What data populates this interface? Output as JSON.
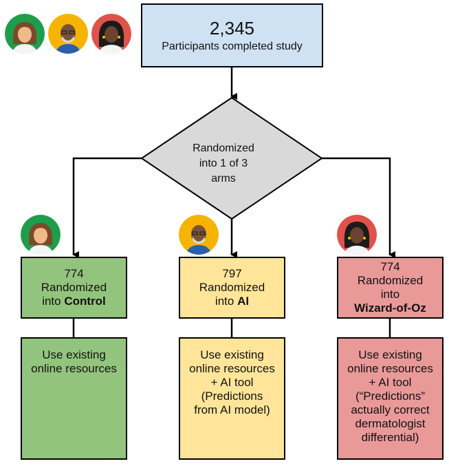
{
  "top_box": {
    "count": "2,345",
    "label": "Participants completed study"
  },
  "diamond": {
    "lines": [
      "Randomized",
      "into 1 of 3",
      "arms"
    ]
  },
  "arms": [
    {
      "count": "774",
      "line1": "Randomized",
      "line2_prefix": "into ",
      "arm_name": "Control",
      "detail_lines": [
        "Use existing",
        "online resources"
      ],
      "color": "#93c47d",
      "avatar": "woman-avatar"
    },
    {
      "count": "797",
      "line1": "Randomized",
      "line2_prefix": "into ",
      "arm_name": "AI",
      "detail_lines": [
        "Use existing",
        "online resources",
        "+ AI tool",
        "(Predictions",
        "from AI model)"
      ],
      "color": "#ffe599",
      "avatar": "bald-man-avatar"
    },
    {
      "count": "774",
      "line1": "Randomized",
      "line2_prefix": "into",
      "arm_name": "Wizard-of-Oz",
      "detail_lines": [
        "Use existing",
        "online resources",
        "+ AI tool",
        "(“Predictions”",
        "actually correct",
        "dermatologist",
        "differential)"
      ],
      "color": "#ea9999",
      "avatar": "dark-hair-woman-avatar"
    }
  ],
  "colors": {
    "top_box": "#cfe2f3",
    "diamond": "#d9d9d9",
    "avatar_green": "#1e9e4a",
    "avatar_yellow": "#f6b400",
    "avatar_red": "#e0524a"
  }
}
